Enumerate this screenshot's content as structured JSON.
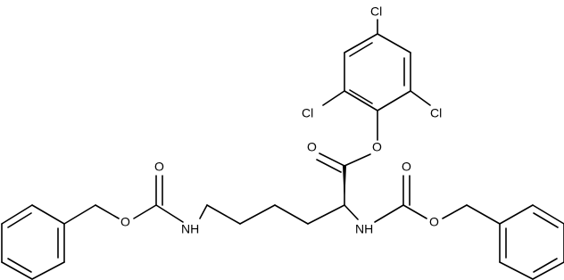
{
  "molecule": {
    "atom_labels": {
      "cl_top": "Cl",
      "cl_left": "Cl",
      "cl_right": "Cl",
      "o_ester_ring": "O",
      "o_ester_carbonyl": "O",
      "nh_alpha": "NH",
      "o_cbz_right_carbonyl": "O",
      "o_cbz_right_ether": "O",
      "nh_epsilon": "NH",
      "o_cbz_left_carbonyl": "O",
      "o_cbz_left_ether": "O"
    }
  }
}
